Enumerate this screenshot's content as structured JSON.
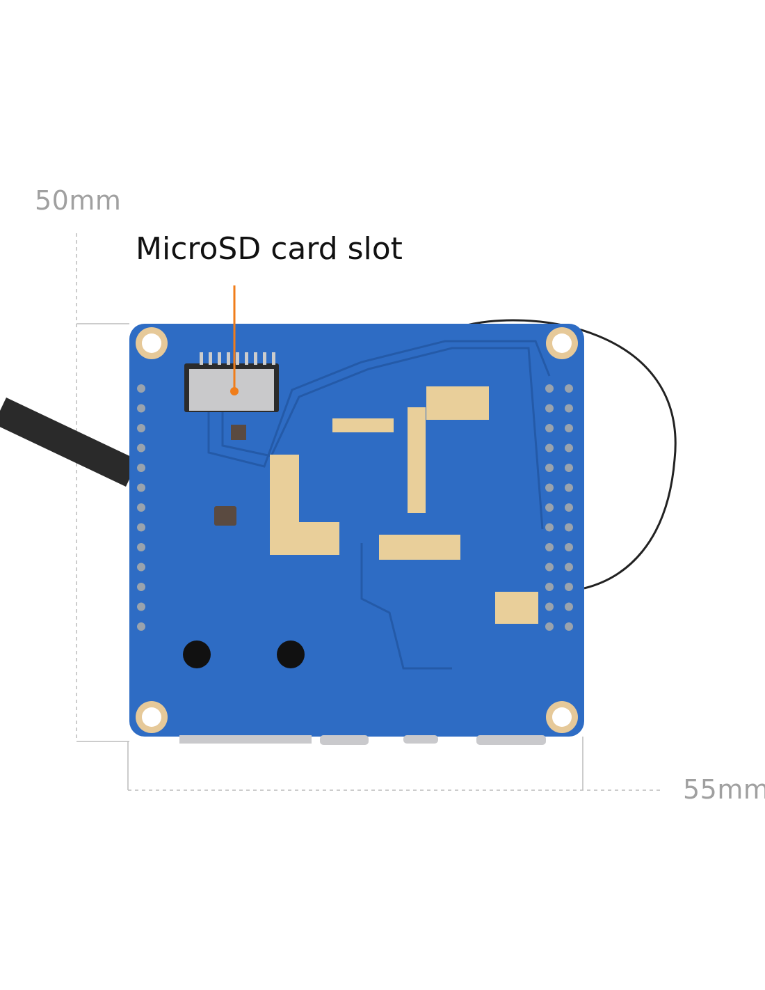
{
  "dimensions": {
    "height_label": "50mm",
    "width_label": "55mm"
  },
  "callout": {
    "label": "MicroSD card slot",
    "color": "#f07d1a"
  },
  "colors": {
    "board": "#2e6cc4",
    "pad": "#e9cf9a",
    "dimension_text": "#a0a0a0"
  }
}
